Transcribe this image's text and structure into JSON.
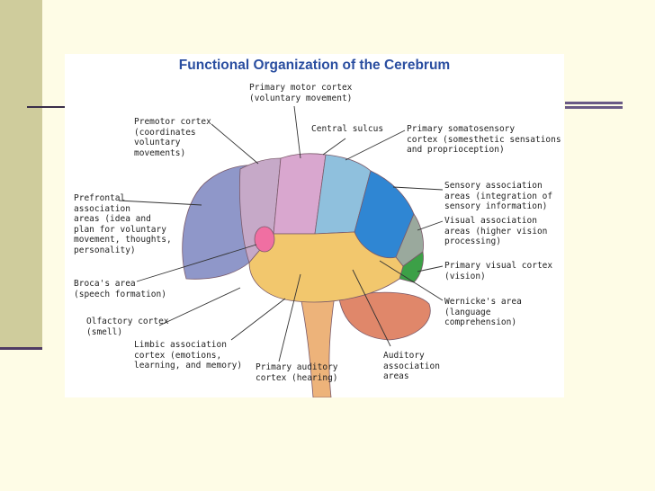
{
  "figure": {
    "title": "Functional Organization of the Cerebrum",
    "colors": {
      "frontal": "#8f97c9",
      "premotor": "#c6a9c8",
      "motor": "#d9a7cf",
      "somatosensory": "#8fc0dd",
      "sensory_association": "#2f86d3",
      "visual_association": "#9aa99d",
      "visual_cortex": "#3ca047",
      "temporal": "#f2c76d",
      "brocas": "#f06fa2",
      "cerebellum": "#e0876a",
      "brainstem": "#edb37a",
      "background_panel": "#ffffff",
      "slide_background": "#fefce6",
      "side_bar": "#cfcc9c",
      "rule": "#6a5a86",
      "title_blue": "#2a4ea0"
    },
    "labels": {
      "primary_motor": "Primary motor cortex\n(voluntary movement)",
      "premotor": "Premotor cortex\n(coordinates\nvoluntary\nmovements)",
      "central_sulcus": "Central sulcus",
      "somatosensory": "Primary somatosensory\ncortex (somesthetic sensations\nand proprioception)",
      "prefrontal": "Prefrontal\nassociation\nareas (idea and\nplan for voluntary\nmovement, thoughts,\npersonality)",
      "sensory_association": "Sensory association\nareas (integration of\nsensory information)",
      "visual_association": "Visual association\nareas (higher vision\nprocessing)",
      "primary_visual": "Primary visual cortex\n(vision)",
      "brocas": "Broca's area\n(speech formation)",
      "wernickes": "Wernicke's area\n(language\ncomprehension)",
      "olfactory": "Olfactory cortex\n(smell)",
      "limbic": "Limbic association\ncortex (emotions,\nlearning, and memory)",
      "primary_auditory": "Primary auditory\ncortex (hearing)",
      "auditory_association": "Auditory\nassociation\nareas"
    }
  }
}
